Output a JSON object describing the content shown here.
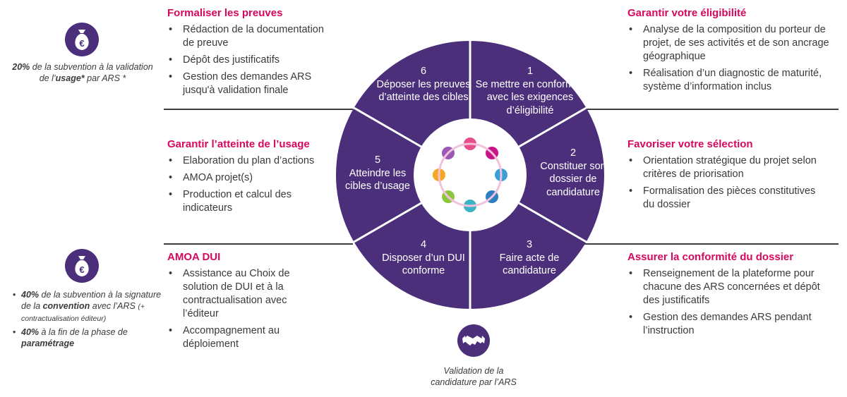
{
  "colors": {
    "purple": "#4b2f7a",
    "accent": "#d6075f",
    "text": "#3a3a3a"
  },
  "blocks": {
    "formaliser": {
      "title": "Formaliser les preuves",
      "items": [
        "Rédaction de la documentation de preuve",
        "Dépôt des justificatifs",
        "Gestion des demandes ARS jusqu'à validation finale"
      ]
    },
    "atteinte": {
      "title": "Garantir l’atteinte de l’usage",
      "items": [
        "Elaboration du plan d’actions",
        "AMOA projet(s)",
        "Production et calcul des indicateurs"
      ]
    },
    "amoa": {
      "title": "AMOA DUI",
      "items": [
        "Assistance au Choix de solution de DUI et à la contractualisation avec l’éditeur",
        "Accompagnement au déploiement"
      ]
    },
    "eligibilite": {
      "title": "Garantir votre éligibilité",
      "items": [
        "Analyse de la composition du porteur de projet, de ses activités et de son ancrage géographique",
        "Réalisation d’un diagnostic de maturité, système d’information inclus"
      ]
    },
    "selection": {
      "title": "Favoriser votre sélection",
      "items": [
        "Orientation stratégique du projet selon critères de priorisation",
        "Formalisation des pièces constitutives du dossier"
      ]
    },
    "conformite": {
      "title": "Assurer la conformité du dossier",
      "items": [
        "Renseignement de la plateforme pour chacune des ARS concernées et dépôt des justificatifs",
        "Gestion des demandes ARS pendant l’instruction"
      ]
    }
  },
  "wheel": {
    "segments": [
      {
        "num": "1",
        "label": "Se mettre en conformité avec les exigences d’éligibilité"
      },
      {
        "num": "2",
        "label": "Constituer son dossier de candidature"
      },
      {
        "num": "3",
        "label": "Faire acte de candidature"
      },
      {
        "num": "4",
        "label": "Disposer d’un DUI conforme"
      },
      {
        "num": "5",
        "label": "Atteindre les cibles d’usage"
      },
      {
        "num": "6",
        "label": "Déposer les preuves d’atteinte des cibles"
      }
    ]
  },
  "notes": {
    "top": {
      "pct": "20%",
      "a": " de la subvention à la validation de l’",
      "b": "usage*",
      "c": " par ARS *"
    },
    "bottom": {
      "i1_pct": "40%",
      "i1_a": " de la subvention à la signature de la ",
      "i1_b": "convention",
      "i1_c": " avec l’ARS ",
      "i1_small": "(+ contractualisation éditeur)",
      "i2_pct": "40%",
      "i2_a": " à la fin de la phase de ",
      "i2_b": "paramétrage"
    },
    "validation": "Validation de la candidature par l’ARS"
  },
  "icons": {
    "money_top": "money-bag-euro-icon",
    "money_bottom": "money-bag-euro-icon",
    "handshake": "handshake-icon",
    "logo": "people-circle-logo"
  }
}
